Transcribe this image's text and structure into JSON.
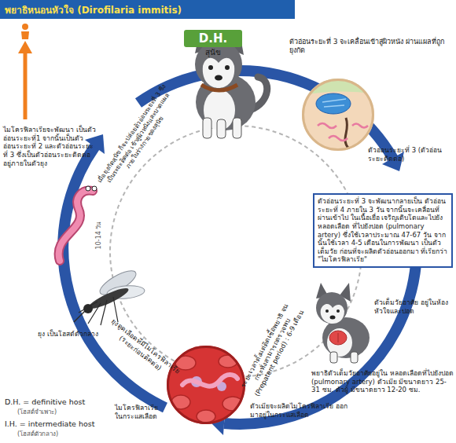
{
  "diagram": {
    "title": "พยาธิหนอนหัวใจ (Dirofilaria immitis)",
    "nodes": [
      {
        "text": [
          "D.H.",
          "สุนัข"
        ]
      },
      {
        "text": [
          "ตัวอ่อนระยะที่ 3 (ตัวอ่อนระยะติดต่อ)"
        ]
      },
      {
        "text": [
          "ตัวอ่อนระยะที่ 3 จะพัฒนากลายเป็น ตัวอ่อนระยะที่ 4 ภายใน 3 วัน จากนั้นจะเคลื่อนที่ผ่านเข้าไป ในเนื้อเยื่อ เจริญเติบโตและไปยังหลอดเลือด ที่ไปยังปอด (pulmonary artery) ซึ่งใช้เวลาประมาณ 47-67 วัน จากนั้นใช้เวลา 4-5 เดือนในการพัฒนา เป็นตัวเต็มวัย ก่อนที่จะผลิตตัวอ่อนออกมา ที่เรียกว่า \"ไมโครฟิลาเรีย\""
        ]
      },
      {
        "text": [
          "ไมโครฟิลาเรีย ในกระแสเลือด"
        ]
      }
    ],
    "labels": [
      "ตัวอ่อนระยะที่ 3 จะเคลื่อนเข้าสู่ผิวหนัง ผ่านแผลที่ถูกยุงกัด",
      "ตัวเต็มวัยอาศัย อยู่ในห้องหัวใจและปอด",
      "พยาธิตัวเต็มวัยอาศัยอยู่ใน หลอดเลือดที่ไปยังปอด (pulmonary artery) ตัวเมีย มีขนาดยาว 25-31 ซม. ตัวผู้ มีขนาดยาว 12-20 ซม.",
      "ตัวเมียจะผลิตไมโครฟิลาเรีย ออกมาอยู่ในกระแสเลือด",
      "ระยะเวลาตั้งแต่ติดเชื้อพยาธิ จนกระทั่งสามารถตรวจพบ (Prepatent period) : 6-9 เดือน",
      "ยุงดูดเลือดที่มีไมโครฟิลาเรีย (ระยะก่อนติดต่อ)",
      "ยุง เป็นโฮสต์ตัวกลาง",
      "10-14 วัน",
      "ไมโครฟิลาเรียจะพัฒนา เป็นตัวอ่อนระยะที่1 จากนั้นเป็นตัวอ่อนระยะที่ 2 และตัวอ่อนระยะที่ 3 ซึ่งเป็นตัวอ่อนระยะติดต่อ อยู่ภายในตัวยุง",
      "เมื่อยุงกัดสุนัข ก็จะปล่อยตัวอ่อนระยะที่ 3 ซึ่งเป็นระยะติดต่อ เข้าสู่ผิวหนังและบาดแผล ภายในร่างกายของสุนัข",
      "D.H. = definitive host",
      "(โฮสต์จำเพาะ)",
      "I.H. = intermediate host",
      "(โฮสต์ตัวกลาง)"
    ]
  }
}
